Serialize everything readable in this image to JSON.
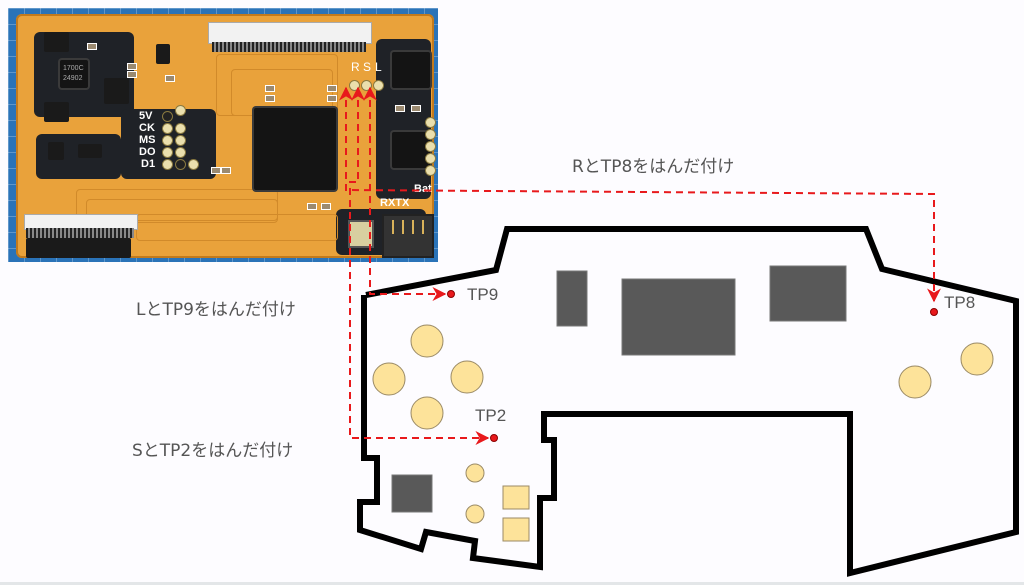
{
  "photo": {
    "silkscreen": {
      "pins_left": [
        "5V",
        "CK",
        "MS",
        "DO",
        "D1"
      ],
      "pins_top": [
        "R",
        "S",
        "L"
      ],
      "bat": "Bat",
      "rxtx": "RXTX",
      "ic_marking": [
        "1700C",
        "24902"
      ]
    }
  },
  "annotations": {
    "r_to_tp8": "RとTP8をはんだ付け",
    "l_to_tp9": "LとTP9をはんだ付け",
    "s_to_tp2": "SとTP2をはんだ付け"
  },
  "test_points": {
    "tp8": "TP8",
    "tp9": "TP9",
    "tp2": "TP2"
  },
  "colors": {
    "wire": "#e8191c",
    "outline": "#000000",
    "component": "#595959",
    "pad": "#fde39a",
    "text": "#555555"
  }
}
